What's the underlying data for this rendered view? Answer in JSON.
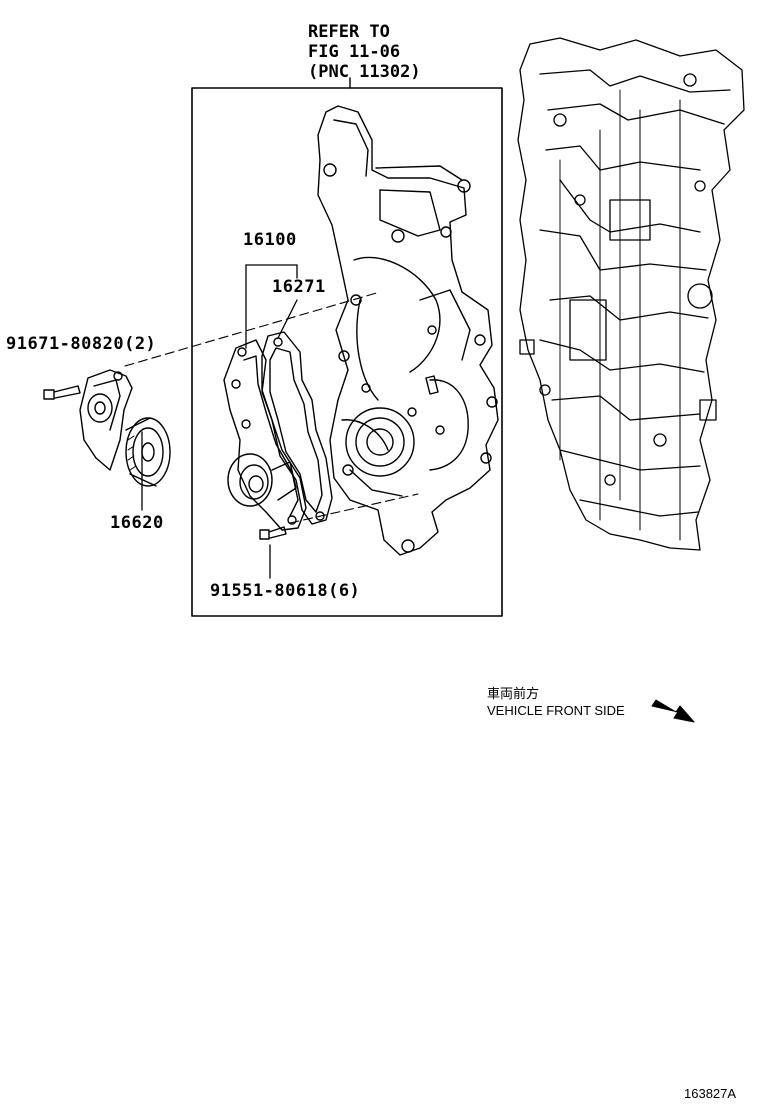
{
  "reference": {
    "line1": "REFER TO",
    "line2": "FIG 11-06",
    "line3": "(PNC 11302)"
  },
  "parts": {
    "assembly": "16100",
    "gasket": "16271",
    "bolt_upper": "91671-80820(2)",
    "tensioner": "16620",
    "bolt_lower": "91551-80618(6)"
  },
  "orientation": {
    "japanese": "車両前方",
    "english": "VEHICLE FRONT SIDE"
  },
  "figure_number": "163827A"
}
